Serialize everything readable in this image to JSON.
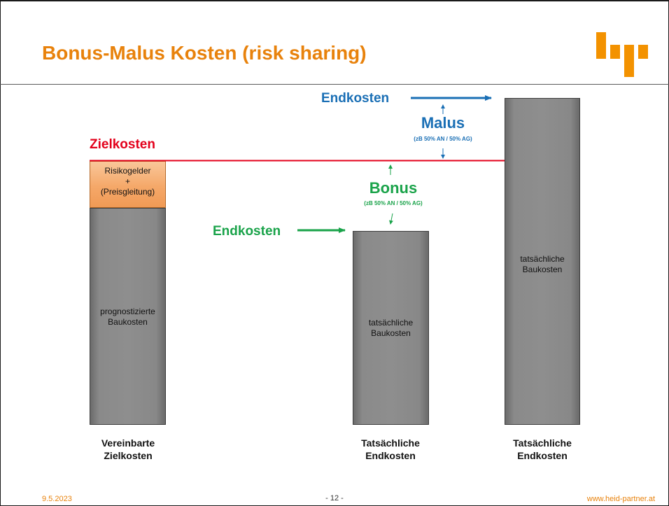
{
  "slide": {
    "title": "Bonus-Malus Kosten (risk sharing)"
  },
  "colors": {
    "accent": "#e8820c",
    "target_line": "#e3001b",
    "malus": "#1a6fb5",
    "bonus": "#1aa34a",
    "bar": "#8e8e8e",
    "risk_box": "#f5a869"
  },
  "labels": {
    "zielkosten": "Zielkosten",
    "endkosten_top": "Endkosten",
    "endkosten_mid": "Endkosten",
    "malus": "Malus",
    "malus_note": "(zB 50% AN / 50% AG)",
    "bonus": "Bonus",
    "bonus_note": "(zB 50% AN / 50% AG)"
  },
  "bars": [
    {
      "inner_text": "prognostizierte\nBaukosten",
      "stack_text": "Risikogelder\n+\n(Preisgleitung)",
      "caption": "Vereinbarte\nZielkosten"
    },
    {
      "inner_text": "tatsächliche\nBaukosten",
      "caption": "Tatsächliche\nEndkosten"
    },
    {
      "inner_text": "tatsächliche\nBaukosten",
      "caption": "Tatsächliche\nEndkosten"
    }
  ],
  "footer": {
    "date": "9.5.2023",
    "page": "- 12 -",
    "url": "www.heid-partner.at"
  },
  "icons": {
    "logo": "heid-partner-logo"
  }
}
